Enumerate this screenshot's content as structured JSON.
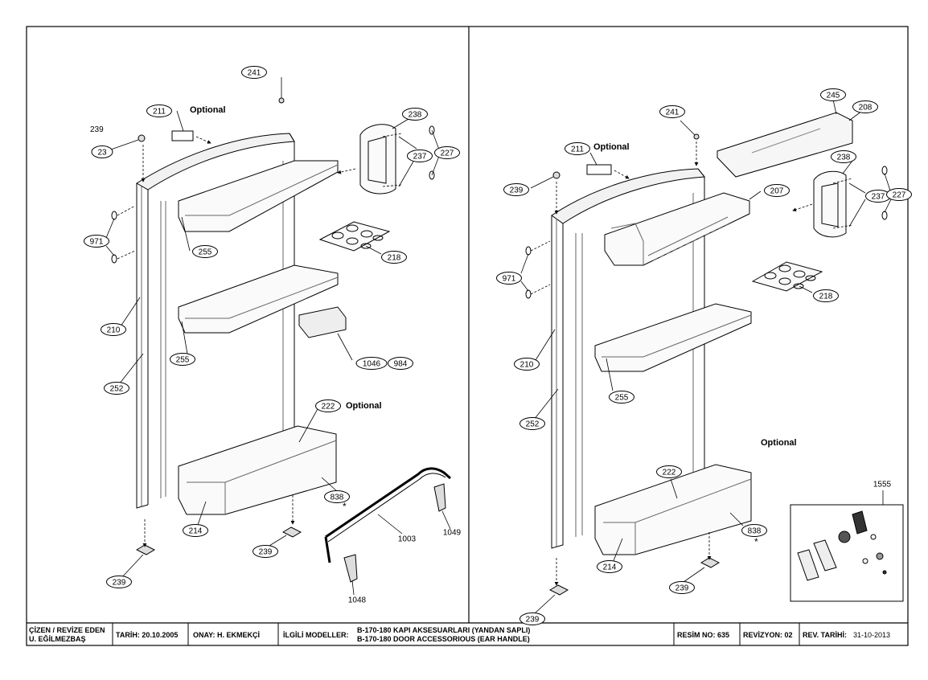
{
  "left_panel": {
    "optional_labels": [
      "Optional",
      "Optional"
    ],
    "note_239": "239",
    "labels": [
      "241",
      "211",
      "238",
      "237",
      "227",
      "23",
      "971",
      "255",
      "218",
      "255",
      "210",
      "1046",
      "984",
      "252",
      "222",
      "838",
      "214",
      "239",
      "239",
      "1003",
      "1049",
      "1048"
    ],
    "asterisk": "*"
  },
  "right_panel": {
    "optional_labels": [
      "Optional",
      "Optional"
    ],
    "labels": [
      "245",
      "208",
      "241",
      "211",
      "239",
      "238",
      "207",
      "237",
      "227",
      "971",
      "218",
      "210",
      "255",
      "252",
      "222",
      "838",
      "214",
      "239",
      "239",
      "1555"
    ],
    "asterisk": "*"
  },
  "title_block": {
    "drawn_by_label": "ÇİZEN / REVİZE EDEN",
    "drawn_by": "U. EĞİLMEZBAŞ",
    "date": "TARİH: 20.10.2005",
    "approved": "ONAY: H. EKMEKÇİ",
    "models_label": "İLGİLİ MODELLER:",
    "model_line_1": "B-170-180 KAPI AKSESUARLARI (YANDAN SAPLI)",
    "model_line_2": "B-170-180 DOOR  ACCESSORIOUS (EAR HANDLE)",
    "drawing_no": "RESİM NO: 635",
    "revision": "REVİZYON: 02",
    "rev_date_label": "REV. TARİHİ:",
    "rev_date": "31-10-2013"
  }
}
